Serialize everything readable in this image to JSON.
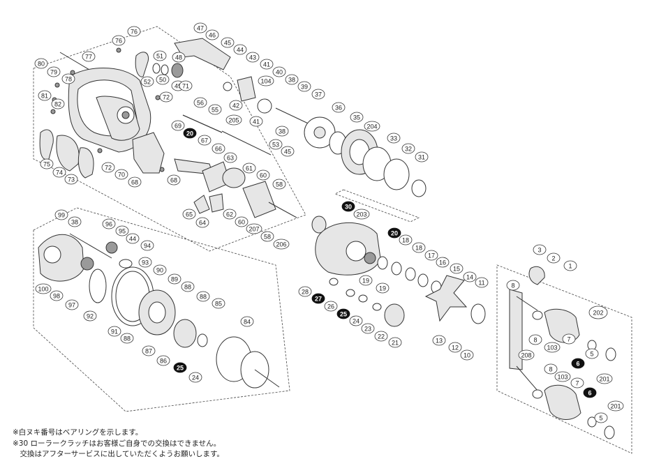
{
  "labels": {
    "n1": "1",
    "n2": "2",
    "n3": "3",
    "n5a": "5",
    "n5b": "5",
    "n6a": "6",
    "n6b": "6",
    "n7a": "7",
    "n7b": "7",
    "n8a": "8",
    "n8b": "8",
    "n8c": "8",
    "n10": "10",
    "n11": "11",
    "n12": "12",
    "n13": "13",
    "n14": "14",
    "n15": "15",
    "n16": "16",
    "n17": "17",
    "n18a": "18",
    "n18b": "18",
    "n19a": "19",
    "n19b": "19",
    "n20a": "20",
    "n20b": "20",
    "n21": "21",
    "n22": "22",
    "n23": "23",
    "n24a": "24",
    "n24b": "24",
    "n25a": "25",
    "n25b": "25",
    "n26": "26",
    "n27": "27",
    "n28": "28",
    "n30": "30",
    "n31": "31",
    "n32": "32",
    "n33": "33",
    "n35": "35",
    "n36": "36",
    "n37": "37",
    "n38a": "38",
    "n38b": "38",
    "n38c": "38",
    "n39": "39",
    "n40": "40",
    "n41a": "41",
    "n41b": "41",
    "n42": "42",
    "n43": "43",
    "n44a": "44",
    "n44b": "44",
    "n45a": "45",
    "n45b": "45",
    "n46": "46",
    "n47": "47",
    "n48": "48",
    "n49": "49",
    "n50": "50",
    "n51": "51",
    "n52": "52",
    "n53": "53",
    "n55": "55",
    "n56": "56",
    "n58a": "58",
    "n58b": "58",
    "n60a": "60",
    "n60b": "60",
    "n61": "61",
    "n62": "62",
    "n63": "63",
    "n64": "64",
    "n65": "65",
    "n66": "66",
    "n67": "67",
    "n68a": "68",
    "n68b": "68",
    "n69": "69",
    "n70": "70",
    "n71": "71",
    "n72a": "72",
    "n72b": "72",
    "n73": "73",
    "n74": "74",
    "n75": "75",
    "n76a": "76",
    "n76b": "76",
    "n77": "77",
    "n78": "78",
    "n79": "79",
    "n80": "80",
    "n81": "81",
    "n82": "82",
    "n84": "84",
    "n85": "85",
    "n86": "86",
    "n87": "87",
    "n88a": "88",
    "n88b": "88",
    "n88c": "88",
    "n89": "89",
    "n90": "90",
    "n91": "91",
    "n92": "92",
    "n93": "93",
    "n94": "94",
    "n95": "95",
    "n96": "96",
    "n97": "97",
    "n98": "98",
    "n99": "99",
    "n100": "100",
    "n103a": "103",
    "n103b": "103",
    "n104": "104",
    "n201a": "201",
    "n201b": "201",
    "n202": "202",
    "n203": "203",
    "n204": "204",
    "n205": "205",
    "n206": "206",
    "n207": "207",
    "n208": "208"
  },
  "filled_labels": [
    "n6a",
    "n6b",
    "n20a",
    "n20b",
    "n25a",
    "n25b",
    "n27",
    "n30"
  ],
  "notes": {
    "line1": "※白ヌキ番号はベアリングを示します。",
    "line2": "※30 ローラークラッチはお客様ご自身での交換はできません。",
    "line3": "　交換はアフターサービスに出していただくようお願いします。"
  }
}
